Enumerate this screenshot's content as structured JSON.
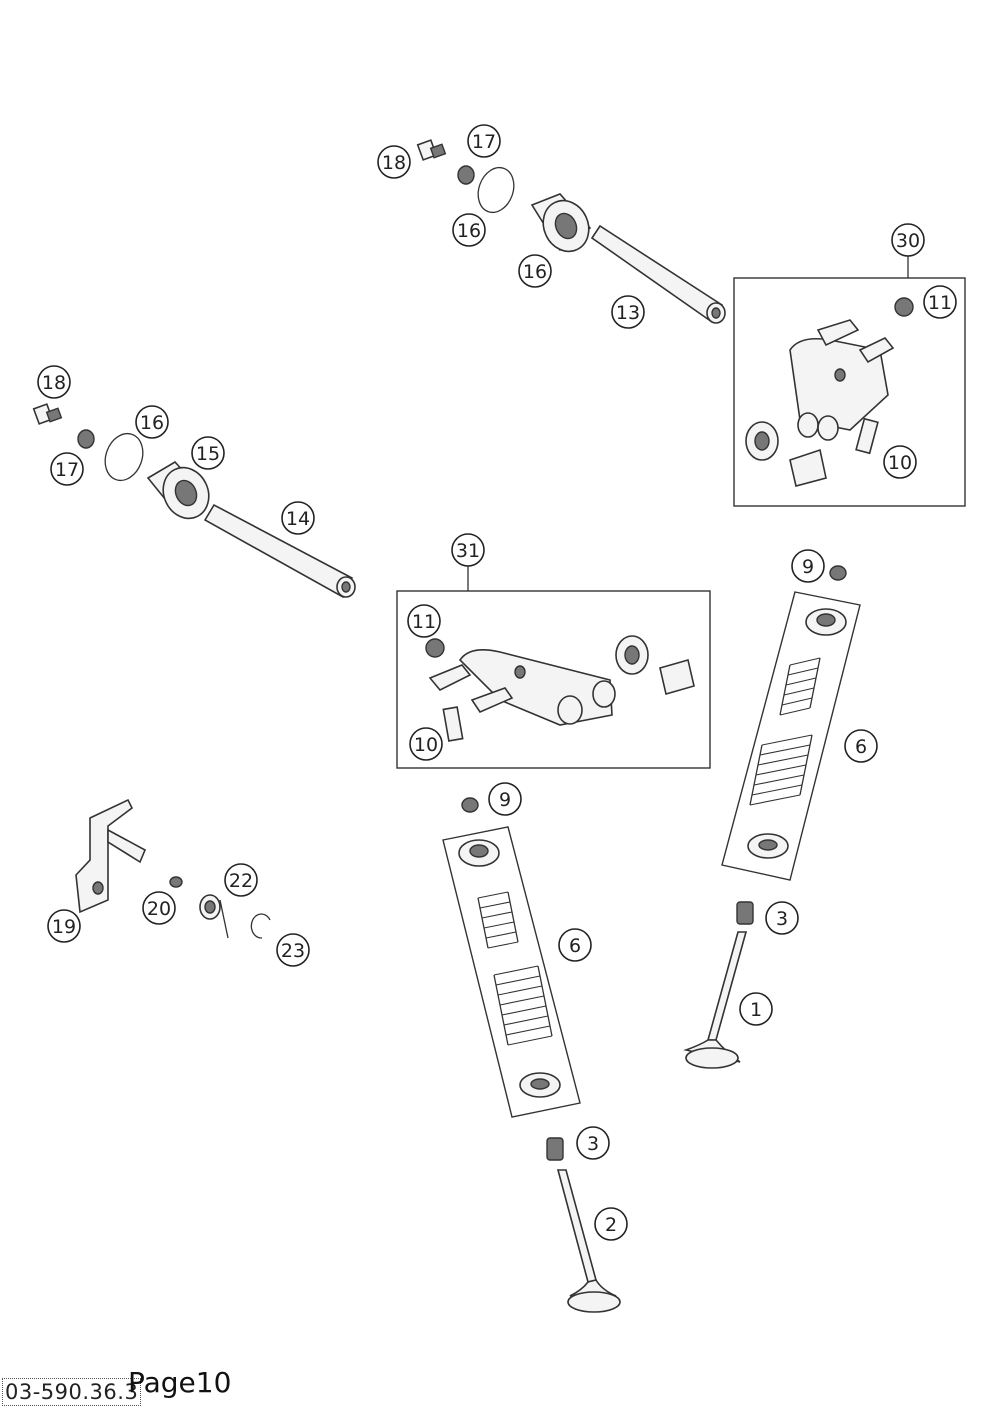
{
  "callouts": [
    {
      "id": "c18a",
      "label": "18"
    },
    {
      "id": "c17a",
      "label": "17"
    },
    {
      "id": "c16a",
      "label": "16"
    },
    {
      "id": "c16b",
      "label": "16"
    },
    {
      "id": "c13",
      "label": "13"
    },
    {
      "id": "c30",
      "label": "30"
    },
    {
      "id": "c11a",
      "label": "11"
    },
    {
      "id": "c10a",
      "label": "10"
    },
    {
      "id": "c18b",
      "label": "18"
    },
    {
      "id": "c16c",
      "label": "16"
    },
    {
      "id": "c17b",
      "label": "17"
    },
    {
      "id": "c15",
      "label": "15"
    },
    {
      "id": "c14",
      "label": "14"
    },
    {
      "id": "c31",
      "label": "31"
    },
    {
      "id": "c11b",
      "label": "11"
    },
    {
      "id": "c10b",
      "label": "10"
    },
    {
      "id": "c9a",
      "label": "9"
    },
    {
      "id": "c9b",
      "label": "9"
    },
    {
      "id": "c6a",
      "label": "6"
    },
    {
      "id": "c6b",
      "label": "6"
    },
    {
      "id": "c3a",
      "label": "3"
    },
    {
      "id": "c1",
      "label": "1"
    },
    {
      "id": "c3b",
      "label": "3"
    },
    {
      "id": "c2",
      "label": "2"
    },
    {
      "id": "c19",
      "label": "19"
    },
    {
      "id": "c20",
      "label": "20"
    },
    {
      "id": "c22",
      "label": "22"
    },
    {
      "id": "c23",
      "label": "23"
    }
  ],
  "footer": {
    "code": "03-590.36.3",
    "page": "Page10"
  }
}
